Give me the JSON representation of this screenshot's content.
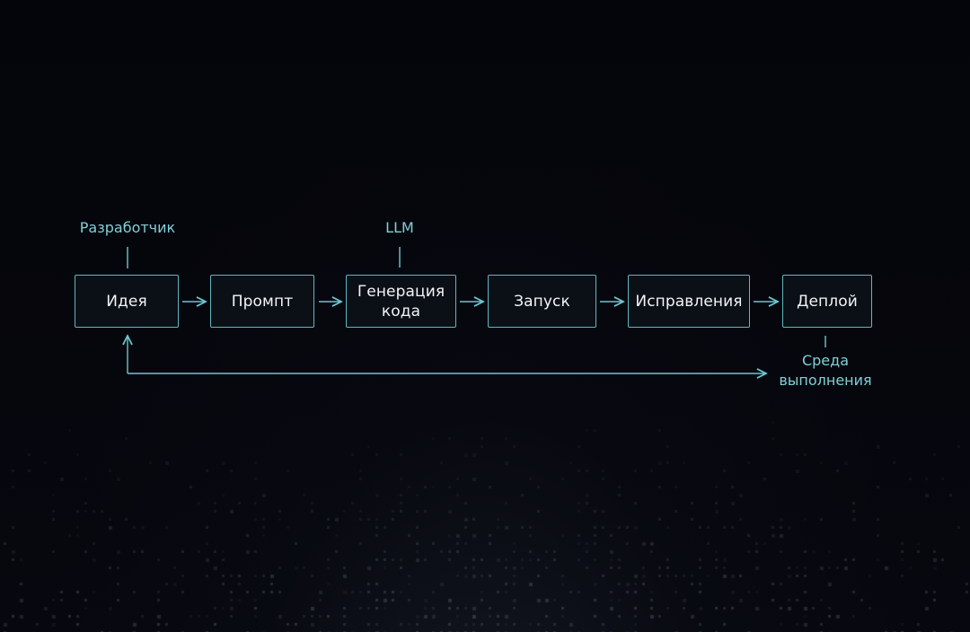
{
  "colors": {
    "background": "#05060c",
    "node_border": "#5fb8bf",
    "node_fill": "#0b0f16",
    "node_text": "#f2f4f5",
    "annotation_text": "#7fd0d8",
    "arrow": "#6cc6cf"
  },
  "nodes": [
    {
      "id": "idea",
      "label": "Идея"
    },
    {
      "id": "prompt",
      "label": "Промпт"
    },
    {
      "id": "codegen",
      "label": "Генерация\nкода"
    },
    {
      "id": "run",
      "label": "Запуск"
    },
    {
      "id": "fixes",
      "label": "Исправления"
    },
    {
      "id": "deploy",
      "label": "Деплой"
    }
  ],
  "annotations": {
    "developer": "Разработчик",
    "llm": "LLM",
    "runtime": "Среда\nвыполнения"
  },
  "edges": [
    {
      "from": "idea",
      "to": "prompt"
    },
    {
      "from": "prompt",
      "to": "codegen"
    },
    {
      "from": "codegen",
      "to": "run"
    },
    {
      "from": "run",
      "to": "fixes"
    },
    {
      "from": "fixes",
      "to": "deploy"
    },
    {
      "from": "runtime",
      "to": "idea",
      "kind": "feedback-loop"
    }
  ]
}
